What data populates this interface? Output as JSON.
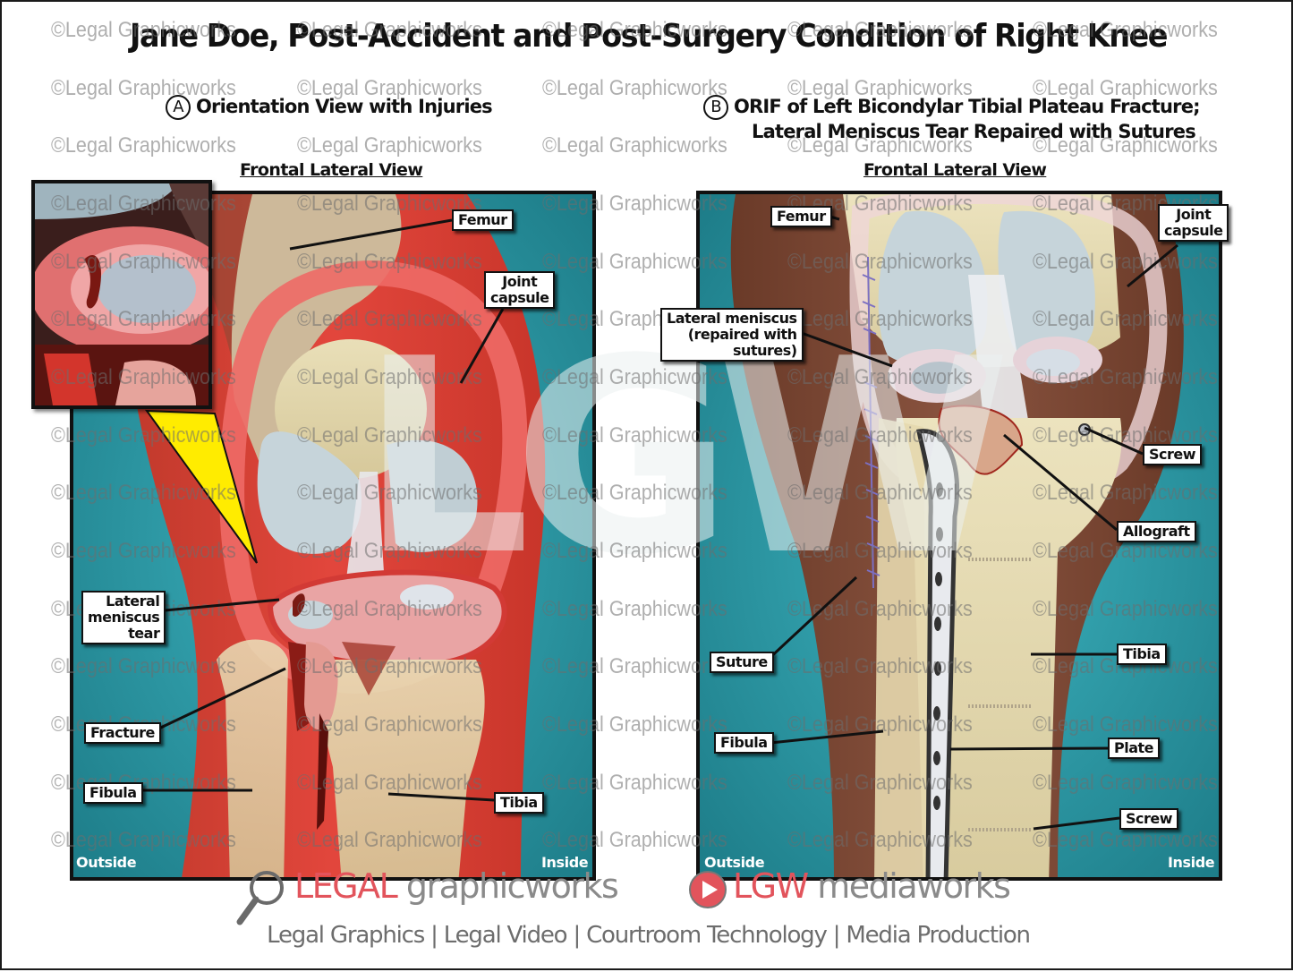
{
  "title": "Jane Doe, Post-Accident and Post-Surgery Condition of Right Knee",
  "watermark": {
    "text": "©Legal Graphicworks",
    "overlay_logo": "LGW"
  },
  "panel_a": {
    "marker": "A",
    "heading": "Orientation View with Injuries",
    "view_label": "Frontal Lateral View",
    "labels": {
      "femur": "Femur",
      "joint_capsule_line1": "Joint",
      "joint_capsule_line2": "capsule",
      "lateral_meniscus_tear_line1": "Lateral",
      "lateral_meniscus_tear_line2": "meniscus",
      "lateral_meniscus_tear_line3": "tear",
      "fracture": "Fracture",
      "fibula": "Fibula",
      "tibia": "Tibia"
    },
    "side_left": "Outside",
    "side_right": "Inside",
    "colors": {
      "injury_highlight": "#e0262a",
      "background": "#2a9aa6",
      "callout_pointer": "#ffec00"
    }
  },
  "panel_b": {
    "marker": "B",
    "heading_line1": "ORIF of Left Bicondylar Tibial Plateau Fracture;",
    "heading_line2": "Lateral Meniscus Tear Repaired with Sutures",
    "view_label": "Frontal Lateral View",
    "labels": {
      "femur": "Femur",
      "joint_capsule_line1": "Joint",
      "joint_capsule_line2": "capsule",
      "lateral_meniscus_line1": "Lateral meniscus",
      "lateral_meniscus_line2": "(repaired with",
      "lateral_meniscus_line3": "sutures)",
      "screw_top": "Screw",
      "allograft": "Allograft",
      "suture": "Suture",
      "tibia": "Tibia",
      "fibula": "Fibula",
      "plate": "Plate",
      "screw_bottom": "Screw"
    },
    "side_left": "Outside",
    "side_right": "Inside",
    "colors": {
      "background": "#2a9aa6",
      "tissue": "#7a4a35",
      "bone": "#e8dcb4"
    }
  },
  "footer": {
    "logo1_red": "LEGAL",
    "logo1_grey": " graphicworks",
    "logo2_red": "LGW",
    "logo2_grey": " mediaworks",
    "tagline": "Legal Graphics | Legal Video | Courtroom Technology | Media Production",
    "colors": {
      "red": "#e2545c",
      "grey": "#8a8a8a"
    }
  }
}
